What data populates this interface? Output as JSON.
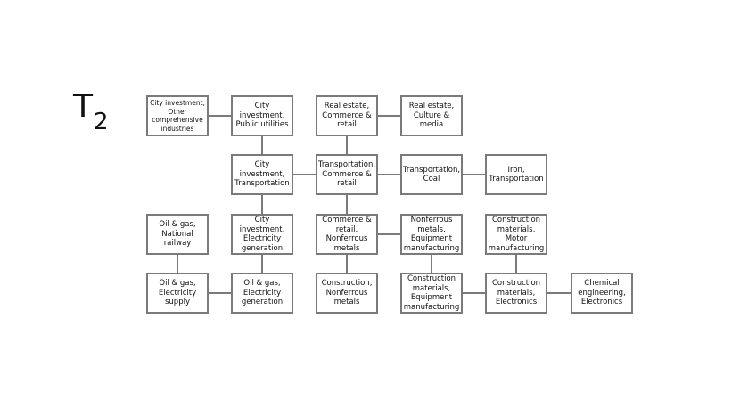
{
  "title": {
    "main": "T",
    "sub": "2"
  },
  "nodes": [
    {
      "id": "n0",
      "label": "City investment,\nOther\ncomprehensive\nindustries"
    },
    {
      "id": "n1",
      "label": "City\ninvestment,\nPublic utilities"
    },
    {
      "id": "n2",
      "label": "Real estate,\nCommerce &\nretail"
    },
    {
      "id": "n3",
      "label": "Real estate,\nCulture &\nmedia"
    },
    {
      "id": "n4",
      "label": "City\ninvestment,\nTransportation"
    },
    {
      "id": "n5",
      "label": "Transportation,\nCommerce &\nretail"
    },
    {
      "id": "n6",
      "label": "Transportation,\nCoal"
    },
    {
      "id": "n7",
      "label": "Iron,\nTransportation"
    },
    {
      "id": "n8",
      "label": "Oil & gas,\nNational\nrailway"
    },
    {
      "id": "n9",
      "label": "City\ninvestment,\nElectricity\ngeneration"
    },
    {
      "id": "n10",
      "label": "Commerce &\nretail,\nNonferrous\nmetals"
    },
    {
      "id": "n11",
      "label": "Nonferrous\nmetals,\nEquipment\nmanufacturing"
    },
    {
      "id": "n12",
      "label": "Construction\nmaterials,\nMotor\nmanufacturing"
    },
    {
      "id": "n13",
      "label": "Oil & gas,\nElectricity\nsupply"
    },
    {
      "id": "n14",
      "label": "Oil & gas,\nElectricity\ngeneration"
    },
    {
      "id": "n15",
      "label": "Construction,\nNonferrous\nmetals"
    },
    {
      "id": "n16",
      "label": "Construction\nmaterials,\nEquipment\nmanufacturing"
    },
    {
      "id": "n17",
      "label": "Construction\nmaterials,\nElectronics"
    },
    {
      "id": "n18",
      "label": "Chemical\nengineering,\nElectronics"
    }
  ],
  "edges": [
    [
      "n0",
      "n1"
    ],
    [
      "n1",
      "n4"
    ],
    [
      "n2",
      "n3"
    ],
    [
      "n2",
      "n5"
    ],
    [
      "n4",
      "n5"
    ],
    [
      "n5",
      "n6"
    ],
    [
      "n6",
      "n7"
    ],
    [
      "n4",
      "n9"
    ],
    [
      "n5",
      "n10"
    ],
    [
      "n10",
      "n11"
    ],
    [
      "n10",
      "n15"
    ],
    [
      "n11",
      "n16"
    ],
    [
      "n8",
      "n13"
    ],
    [
      "n13",
      "n14"
    ],
    [
      "n9",
      "n14"
    ],
    [
      "n12",
      "n17"
    ],
    [
      "n16",
      "n17"
    ],
    [
      "n17",
      "n18"
    ]
  ]
}
